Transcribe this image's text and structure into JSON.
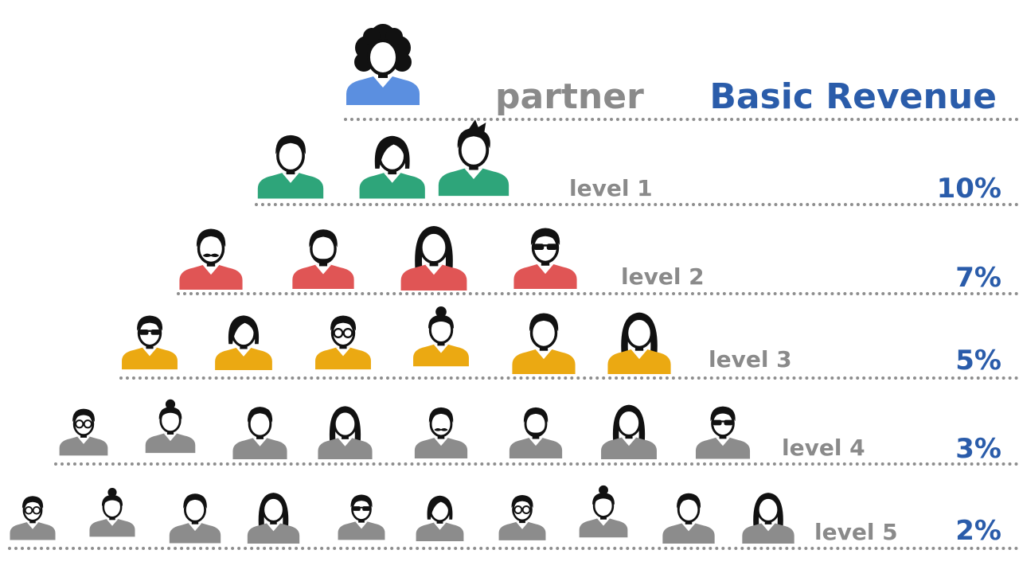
{
  "title": "Basic Revenue",
  "partner_label": "partner",
  "colors": {
    "partner": "#5b8fe0",
    "level1": "#2ea57a",
    "level2": "#e05555",
    "level3": "#eba912",
    "level4": "#8c8c8c",
    "level5": "#8c8c8c",
    "label_gray": "#8a8a8a",
    "value_blue": "#2a5caa"
  },
  "levels": [
    {
      "label": "level 1",
      "revenue": "10%",
      "members": 3
    },
    {
      "label": "level 2",
      "revenue": "7%",
      "members": 4
    },
    {
      "label": "level 3",
      "revenue": "5%",
      "members": 6
    },
    {
      "label": "level 4",
      "revenue": "3%",
      "members": 8
    },
    {
      "label": "level 5",
      "revenue": "2%",
      "members": 10
    }
  ]
}
